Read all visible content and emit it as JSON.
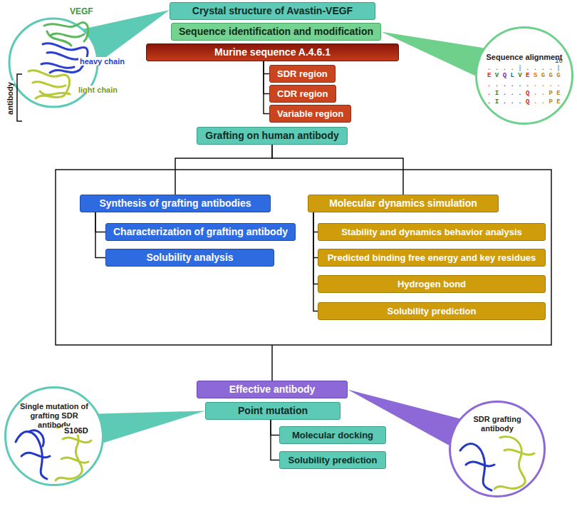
{
  "diagram": {
    "nodes": [
      {
        "text": [
          "Crystal structure of Avastin-VEGF"
        ]
      },
      {
        "text": [
          "Sequence identification and modification"
        ]
      },
      {
        "text": [
          "Murine sequence A.4.6.1"
        ]
      },
      {
        "text": [
          "SDR region"
        ]
      },
      {
        "text": [
          "CDR region"
        ]
      },
      {
        "text": [
          "Variable region"
        ]
      },
      {
        "text": [
          "Grafting on human antibody"
        ]
      },
      {
        "text": [
          "Synthesis of grafting antibodies"
        ]
      },
      {
        "text": [
          "Characterization of grafting antibody"
        ]
      },
      {
        "text": [
          "Solubility analysis"
        ]
      },
      {
        "text": [
          "Molecular dynamics simulation"
        ]
      },
      {
        "text": [
          "Stability and dynamics behavior analysis"
        ]
      },
      {
        "text": [
          "Predicted binding free energy and key residues"
        ]
      },
      {
        "text": [
          "Hydrogen bond"
        ]
      },
      {
        "text": [
          "Solubility prediction"
        ]
      },
      {
        "text": [
          "Effective antibody"
        ]
      },
      {
        "text": [
          "Point mutation"
        ]
      },
      {
        "text": [
          "Molecular docking"
        ]
      },
      {
        "text": [
          "Solubility prediction"
        ]
      },
      {
        "text": [
          "Sequence alignment"
        ]
      },
      {
        "text": [
          "Single mutation of grafting SDR antibody"
        ]
      },
      {
        "text": [
          "SDR grafting antibody"
        ]
      }
    ],
    "edges": [
      {
        "from": 2,
        "to": 3,
        "arrow": "none"
      },
      {
        "from": 2,
        "to": 4,
        "arrow": "none"
      },
      {
        "from": 2,
        "to": 5,
        "arrow": "none"
      },
      {
        "from": 6,
        "to": 7,
        "arrow": "none"
      },
      {
        "from": 6,
        "to": 10,
        "arrow": "none"
      },
      {
        "from": 7,
        "to": 8,
        "arrow": "none"
      },
      {
        "from": 7,
        "to": 9,
        "arrow": "none"
      },
      {
        "from": 10,
        "to": 11,
        "arrow": "none"
      },
      {
        "from": 10,
        "to": 12,
        "arrow": "none"
      },
      {
        "from": 10,
        "to": 13,
        "arrow": "none"
      },
      {
        "from": 10,
        "to": 14,
        "arrow": "none"
      },
      {
        "from": 16,
        "to": 17,
        "arrow": "none"
      },
      {
        "from": 16,
        "to": 18,
        "arrow": "none"
      },
      {
        "from": 1,
        "to": 19,
        "arrow": "none"
      },
      {
        "from": 15,
        "to": 21,
        "arrow": "none"
      },
      {
        "from": 16,
        "to": 20,
        "arrow": "none"
      }
    ],
    "labels": [
      "VEGF",
      "heavy chain",
      "light chain",
      "antibody",
      "10",
      ". . . . | . . . . |",
      "EVQLVESGGG",
      ". . . . . . . . . .",
      ". I . . . Q . . P E",
      ". I . . . Q . . P E",
      "S106D"
    ]
  }
}
